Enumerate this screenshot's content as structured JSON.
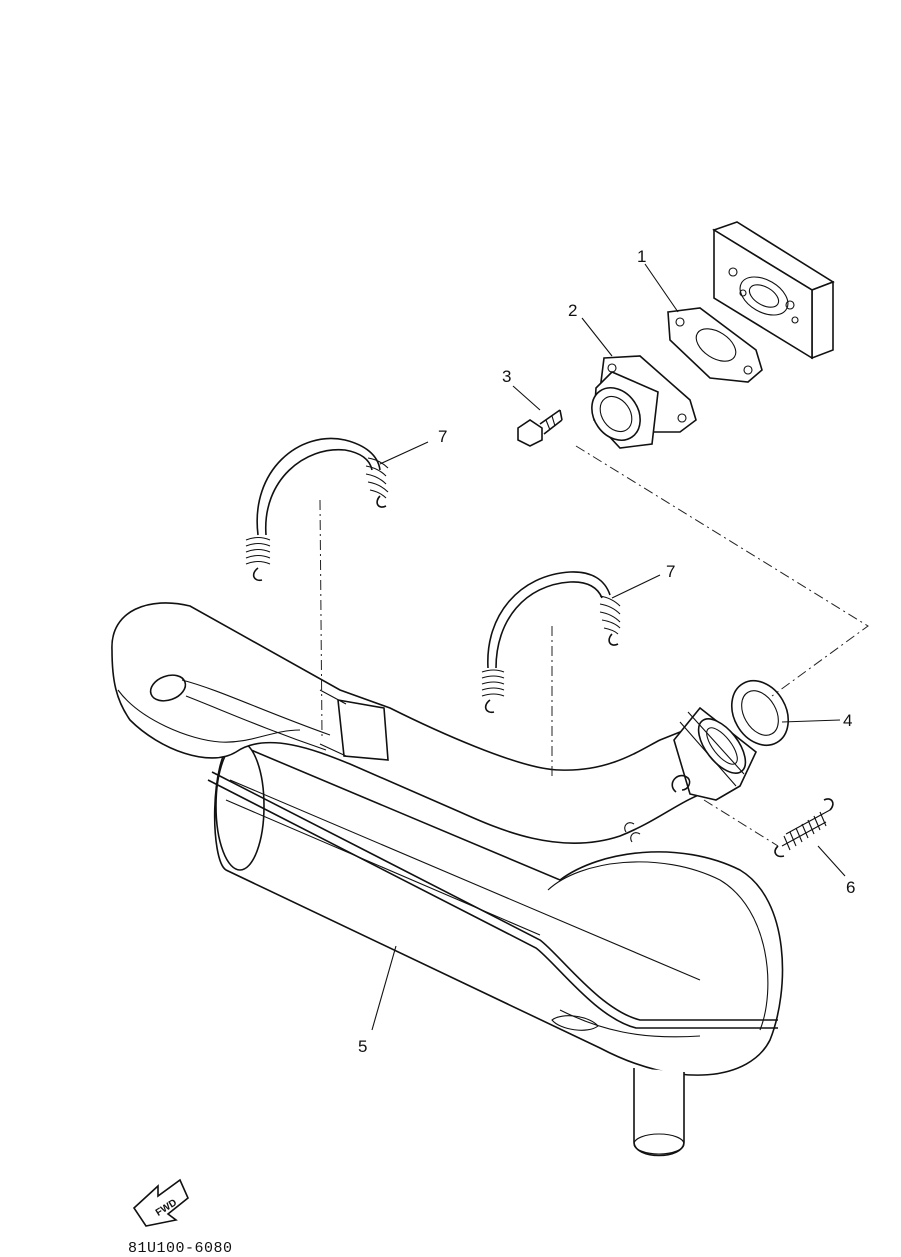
{
  "diagram": {
    "callouts": {
      "c1": "1",
      "c2": "2",
      "c3": "3",
      "c4": "4",
      "c5": "5",
      "c6": "6",
      "c7a": "7",
      "c7b": "7"
    },
    "fwd_label": "FWD",
    "drawing_code": "81U100-6080"
  }
}
